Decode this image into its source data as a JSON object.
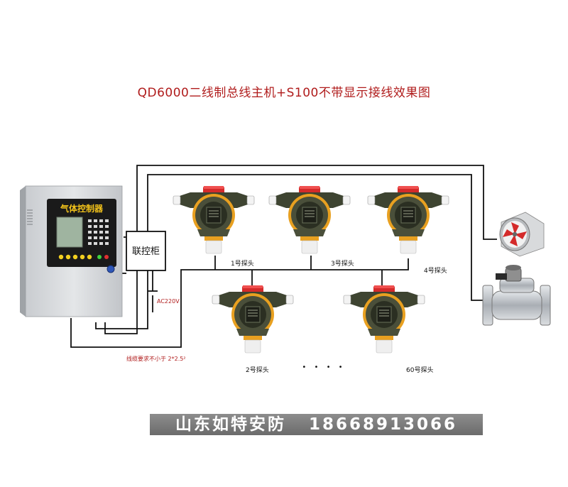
{
  "title": "QD6000二线制总线主机+S100不带显示接线效果图",
  "controller": {
    "brand_text": "气体控制器"
  },
  "relay_box": {
    "label": "联控柜",
    "power_label": "AC220V"
  },
  "cable_note": "线缆要求不小于  2*2.5²",
  "probes": [
    {
      "label": "1号探头"
    },
    {
      "label": "3号探头"
    },
    {
      "label": "4号探头"
    },
    {
      "label": "2号探头"
    },
    {
      "label": "60号探头"
    }
  ],
  "ellipsis": "• • • •",
  "banner": {
    "company": "山东如特安防",
    "phone": "18668913066"
  },
  "colors": {
    "title": "#b01c1c",
    "wire": "#111111",
    "probe_body": "#4a4f3a",
    "probe_accent": "#e8a020",
    "probe_cap": "#d42a2a"
  },
  "icons": [
    "fan-icon",
    "solenoid-valve-icon",
    "gas-probe-icon",
    "controller-cabinet-icon"
  ]
}
